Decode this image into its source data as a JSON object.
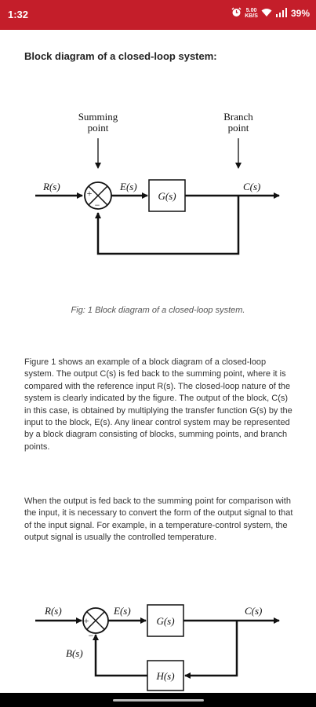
{
  "status_bar": {
    "time": "1:32",
    "data_speed_top": "5.00",
    "data_speed_bottom": "KB/S",
    "battery": "39%",
    "icons": [
      "alarm-icon",
      "wifi-icon",
      "signal-icon"
    ]
  },
  "article": {
    "heading": "Block diagram of a closed-loop system:",
    "figure1": {
      "summing_label_1": "Summing",
      "summing_label_2": "point",
      "branch_label_1": "Branch",
      "branch_label_2": "point",
      "r": "R(s)",
      "e": "E(s)",
      "g": "G(s)",
      "c": "C(s)",
      "plus": "+",
      "minus": "−"
    },
    "caption": "Fig: 1 Block diagram of a closed-loop system.",
    "paragraph1": "Figure 1 shows an example of a block diagram of a closed-loop system. The output C(s) is fed back to the summing point, where it is compared with the reference input R(s). The closed-loop nature of the system is clearly indicated by the figure. The output of the block, C(s) in this case, is obtained by multiplying the transfer function G(s) by the input to the block, E(s). Any linear control system may be represented by a block diagram consisting of blocks, summing points, and branch points.",
    "paragraph2": "When the output is fed back to the summing point for comparison with the input, it is necessary to convert the form of the output signal to that of the input signal. For example, in a temperature-control system, the output signal is usually the controlled temperature.",
    "figure2": {
      "r": "R(s)",
      "e": "E(s)",
      "g": "G(s)",
      "c": "C(s)",
      "b": "B(s)",
      "h": "H(s)",
      "plus": "+",
      "minus": "−"
    }
  },
  "colors": {
    "status_bar": "#c41e2a",
    "text": "#333333"
  }
}
